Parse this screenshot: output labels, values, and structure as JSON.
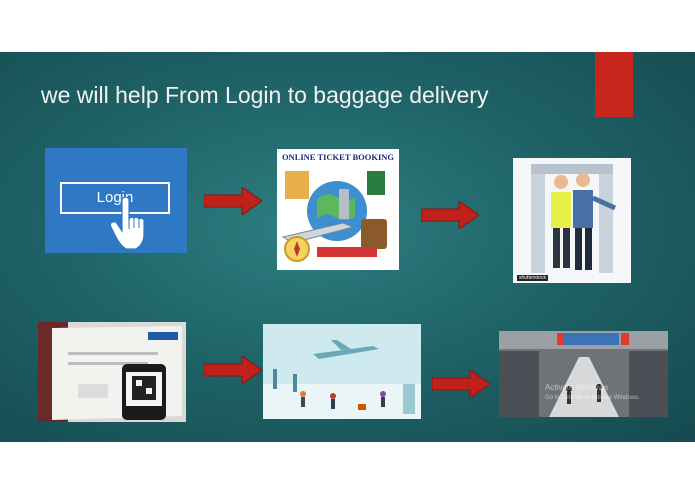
{
  "slide": {
    "title": "we will help From Login to baggage delivery",
    "accent_color": "#c8261d",
    "background_color": "#1f6468"
  },
  "tiles": {
    "login": {
      "label": "Login",
      "icon": "pointing-hand-icon"
    },
    "ticket_booking": {
      "heading": "ONLINE TICKET BOOKING"
    },
    "security": {
      "caption": "shutterstock"
    },
    "boarding_pass": {},
    "airport": {},
    "baggage_hall": {
      "watermark_line1": "Activate Windows",
      "watermark_line2": "Go to Settings to activate Windows."
    }
  },
  "arrows": {
    "color": "#c0211b",
    "icon": "right-arrow-icon"
  }
}
